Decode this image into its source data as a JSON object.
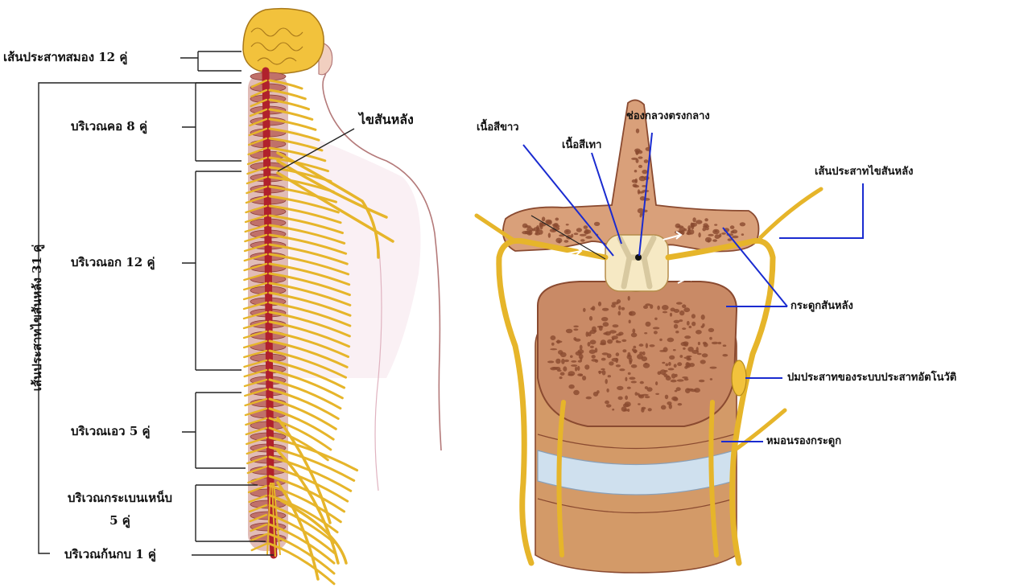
{
  "left_figure": {
    "cranial_nerves_label": "เส้นประสาทสมอง 12 คู่",
    "spinal_nerves_total_label": "เส้นประสาทไขสันหลัง 31 คู่",
    "cervical_label": "บริเวณคอ 8 คู่",
    "thoracic_label": "บริเวณอก 12 คู่",
    "lumbar_label": "บริเวณเอว 5 คู่",
    "sacral_label_line1": "บริเวณกระเบนเหน็บ",
    "sacral_label_line2": "5 คู่",
    "coccygeal_label": "บริเวณก้นกบ 1 คู่",
    "spinal_cord_label": "ไขสันหลัง"
  },
  "right_figure": {
    "white_matter_label": "เนื้อสีขาว",
    "gray_matter_label": "เนื้อสีเทา",
    "central_canal_label": "ช่องกลวงตรงกลาง",
    "spinal_nerve_label": "เส้นประสาทไขสันหลัง",
    "vertebra_label": "กระดูกสันหลัง",
    "ganglion_label": "ปมประสาทของระบบประสาทอัตโนวัติ",
    "disc_label": "หมอนรองกระดูก"
  },
  "colors": {
    "nerve_yellow": "#e6b52a",
    "cord_red": "#b0212c",
    "bone": "#c98a66",
    "bone_dark": "#8a4a30",
    "body_outline": "#b47a7a",
    "leader_blue": "#1a2bd0",
    "disc_blue": "#cfe0ee"
  }
}
